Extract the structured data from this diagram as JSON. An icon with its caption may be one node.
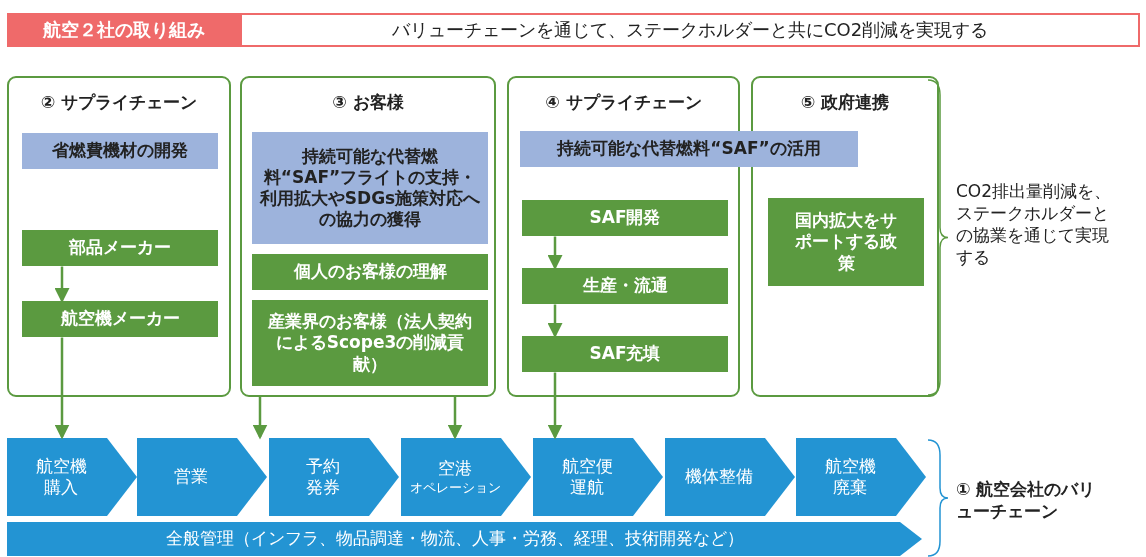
{
  "diagram": {
    "nodes": [
      {
        "text": [
          "航空２社の取り組み"
        ]
      },
      {
        "text": [
          "バリューチェーンを通じて、ステークホルダーと共にCO2削減を実現する"
        ]
      },
      {
        "text": [
          "② サプライチェーン"
        ]
      },
      {
        "text": [
          "省燃費機材の開発"
        ],
        "in": 2
      },
      {
        "text": [
          "部品メーカー"
        ],
        "in": 2
      },
      {
        "text": [
          "航空機メーカー"
        ],
        "in": 2
      },
      {
        "text": [
          "③ お客様"
        ]
      },
      {
        "text": [
          "持続可能な代替燃料“SAF”フライトの支持・利用拡大やSDGs施策対応への協力の獲得"
        ],
        "in": 6
      },
      {
        "text": [
          "個人のお客様の理解"
        ],
        "in": 6
      },
      {
        "text": [
          "産業界のお客様（法人契約によるScope3の削減貢献）"
        ],
        "in": 6
      },
      {
        "text": [
          "④ サプライチェーン"
        ]
      },
      {
        "text": [
          "持続可能な代替燃料“SAF”の活用"
        ]
      },
      {
        "text": [
          "SAF開発"
        ],
        "in": 10
      },
      {
        "text": [
          "生産・流通"
        ],
        "in": 10
      },
      {
        "text": [
          "SAF充填"
        ],
        "in": 10
      },
      {
        "text": [
          "⑤ 政府連携"
        ]
      },
      {
        "text": [
          "国内拡大をサポートする政策"
        ],
        "in": 15
      },
      {
        "text": [
          "航空機購入"
        ]
      },
      {
        "text": [
          "営業"
        ]
      },
      {
        "text": [
          "予約発券"
        ]
      },
      {
        "text": [
          "空港",
          "オペレーション"
        ]
      },
      {
        "text": [
          "航空便運航"
        ]
      },
      {
        "text": [
          "機体整備"
        ]
      },
      {
        "text": [
          "航空機廃棄"
        ]
      },
      {
        "text": [
          "全般管理（インフラ、物品調達・物流、人事・労務、経理、技術開発など）"
        ]
      }
    ],
    "edges": [
      {
        "from": 4,
        "to": 5,
        "arrow": "to"
      },
      {
        "from": 5,
        "to": 17,
        "arrow": "to"
      },
      {
        "from": 6,
        "to": 19,
        "arrow": "to"
      },
      {
        "from": 6,
        "to": 20,
        "arrow": "to"
      },
      {
        "from": 12,
        "to": 13,
        "arrow": "to"
      },
      {
        "from": 13,
        "to": 14,
        "arrow": "to"
      },
      {
        "from": 14,
        "to": 21,
        "arrow": "to"
      }
    ],
    "labels": [
      "CO2排出量削減を、ステークホルダーとの協業を通じて実現する",
      "① 航空会社のバリューチェーン"
    ]
  }
}
